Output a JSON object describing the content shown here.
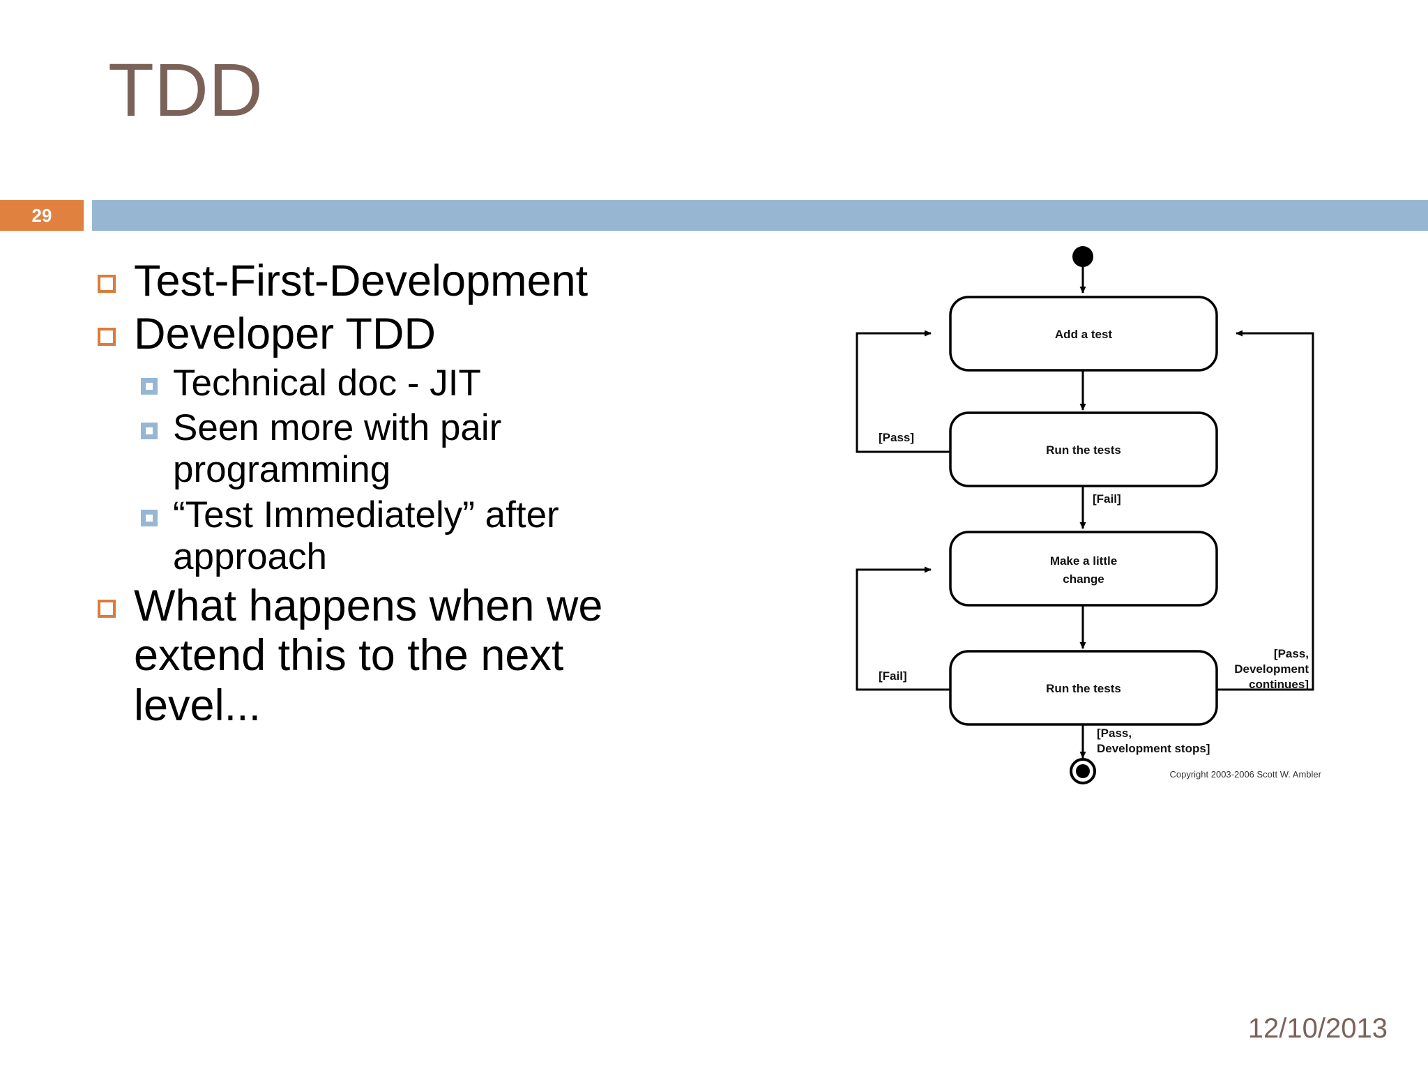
{
  "slide": {
    "title": "TDD",
    "number": "29",
    "date": "12/10/2013",
    "accent_orange": "#e0813f",
    "accent_blue": "#97b6d2",
    "title_color": "#7b6259"
  },
  "bullets": [
    {
      "level": 1,
      "text": "Test-First-Development"
    },
    {
      "level": 1,
      "text": "Developer TDD"
    },
    {
      "level": 2,
      "text": "Technical doc - JIT"
    },
    {
      "level": 2,
      "text": "Seen more with pair programming"
    },
    {
      "level": 2,
      "text": "“Test Immediately” after approach"
    },
    {
      "level": 1,
      "text": "What happens when we extend this to the next level..."
    }
  ],
  "diagram": {
    "nodes": [
      {
        "id": "start",
        "type": "initial-state"
      },
      {
        "id": "add-a-test",
        "type": "activity",
        "label": "Add a test"
      },
      {
        "id": "run-the-tests-1",
        "type": "activity",
        "label": "Run the tests"
      },
      {
        "id": "make-a-little-change",
        "type": "activity",
        "label_line1": "Make a little",
        "label_line2": "change"
      },
      {
        "id": "run-the-tests-2",
        "type": "activity",
        "label": "Run the tests"
      },
      {
        "id": "end",
        "type": "final-state"
      }
    ],
    "guards": {
      "pass": "[Pass]",
      "fail_1": "[Fail]",
      "fail_2": "[Fail]",
      "pass_continues_line1": "[Pass,",
      "pass_continues_line2": "Development",
      "pass_continues_line3": "continues]",
      "pass_stops_line1": "[Pass,",
      "pass_stops_line2": "Development stops]"
    },
    "copyright": "Copyright 2003-2006 Scott W. Ambler"
  }
}
